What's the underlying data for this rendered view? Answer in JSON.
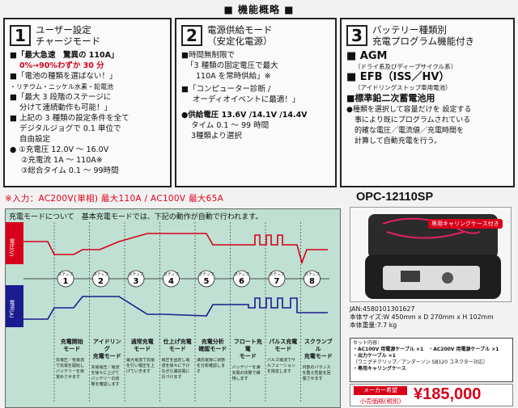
{
  "title": "■ 機能概略 ■",
  "panel1": {
    "num": "1",
    "heading_1": "ユーザー設定",
    "heading_2": "チャージモード",
    "l1": "■「最大急速　驚異の 110A」",
    "l2": "0%→90%わずか 30 分",
    "l3": "■「電池の種類を選ばない！」",
    "l4": "・リチウム・ニッケル水素・鉛電池",
    "l5": "■「最大 3 段階のステージに",
    "l6": "分けて連続動作も可能！」",
    "l7": "■ 上記の 3 種類の設定条件を全て",
    "l8": "デジタルジョグで 0.1 単位で",
    "l9": "自由設定",
    "l10": "●  ①充電圧 12.0V ～ 16.0V",
    "l11": "②充電流 1A ～ 110A※",
    "l12": "③総合タイム 0.1 ～ 99時間"
  },
  "panel2": {
    "num": "2",
    "heading_1": "電源供給モード",
    "heading_2": "（安定化電源）",
    "l1": "■時間無制限で",
    "l2": "「3 種類の固定電圧で最大",
    "l3": "110A を常時供給」※",
    "l4": "■「コンピューター診断 /",
    "l5": "オーディオイベントに最適！」",
    "l6": "●供給電圧 13.6V /14.1V /14.4V",
    "l7": "タイム 0.1 ～ 99 時間",
    "l8": "3種類より選択"
  },
  "panel3": {
    "num": "3",
    "heading_1": "バッテリー種類別",
    "heading_2": "充電プログラム機能付き",
    "l1": "■ AGM",
    "l1s": "（ドライ系及びディープサイクル系）",
    "l2": "■ EFB（ISS／HV）",
    "l2s": "（アイドリングストップ車用電池）",
    "l3": "■標準鉛二次蓄電池用",
    "l4": "●種類を選択して容量だけを 設定する",
    "l5": "事により既にプログラムされている",
    "l6": "的確な電圧／電流値／充電時間を",
    "l7": "計算して自動充電を行う。"
  },
  "input_note": "※入力：AC200V(単相) 最大110A / AC100V 最大65A",
  "model": "OPC-12110SP",
  "chart": {
    "title": "充電モードについて　基本充電モードでは、下記の動作が自動で行われます。",
    "voltage_label": "電圧(V)",
    "current_label": "電流(A)",
    "step_word": "ステップ",
    "steps": [
      "1",
      "2",
      "3",
      "4",
      "5",
      "6",
      "7",
      "8"
    ],
    "modes": [
      {
        "n1": "充電開始",
        "n2": "モード",
        "d": "充電圧／低電流で充電を開始しバッテリーを目覚めさせます"
      },
      {
        "n1": "アイドリング",
        "n2": "充電モード",
        "d": "充電電圧／電流を徐々に上げてバッテリーの状態を確認します"
      },
      {
        "n1": "通常充電",
        "n2": "モード",
        "d": "最大電流で充電を行い電圧を上げていきます"
      },
      {
        "n1": "仕上げ充電",
        "n2": "モード",
        "d": "電圧を固定し電流を徐々に下げながら満充電に近づけます"
      },
      {
        "n1": "充電分析",
        "n2": "確認モード",
        "d": "満充電後に状態を分析確認します"
      },
      {
        "n1": "フロート充電",
        "n2": "モード",
        "d": "バッテリーを満充電の状態で維持します"
      },
      {
        "n1": "パルス充電",
        "n2": "モード",
        "d": "パルス電流でサルフェーションを除去します"
      },
      {
        "n1": "スクランブル",
        "n2": "充電モード",
        "d": "内部のバランスを整え性能を回復させます"
      }
    ]
  },
  "case_label": "専用キャリングケース付き",
  "jan": "JAN:4580101301627",
  "size": "本体サイズ:W 450mm x D 270mm x H 102mm",
  "weight": "本体重量:7.7 kg",
  "set": {
    "title": "セット内容：",
    "l1": "・AC100V 用電源ケーブル ×1　・AC200V 用電源ケーブル ×1",
    "l2": "・出力ケーブル ×1",
    "l3": "（ワニグチクリップ／アンダーソン SB120 コネクター対応）",
    "l4": "・専用キャリングケース"
  },
  "price_label_1": "メーカー希望",
  "price_label_2": "小売価格(税別)",
  "price": "¥185,000",
  "colors": {
    "red": "#d7001a",
    "blue": "#1b1b8f",
    "chart_bg": "#bfe0d2"
  }
}
